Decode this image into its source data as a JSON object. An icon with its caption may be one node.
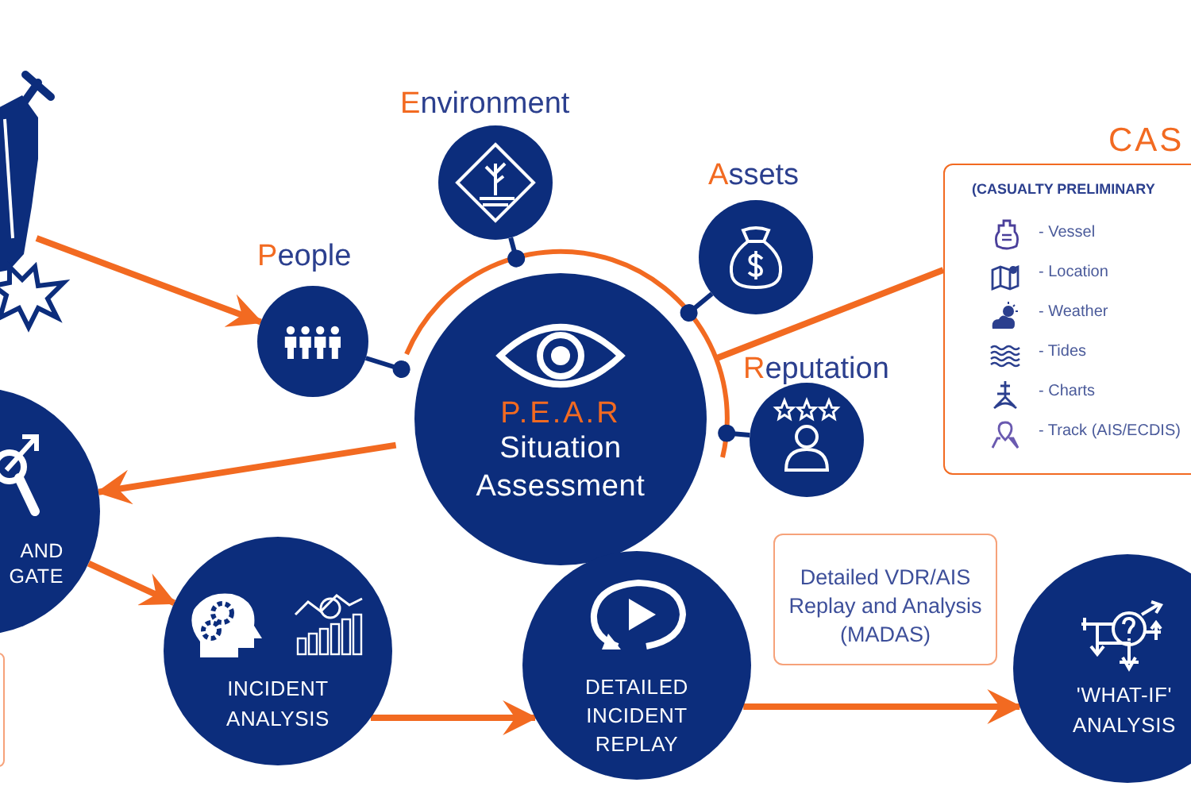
{
  "diagram": {
    "nodes": [
      {
        "text": [],
        "shape": "picture"
      },
      {
        "text": [
          "People"
        ]
      },
      {
        "text": [
          "Environment"
        ]
      },
      {
        "text": [
          "Assets"
        ]
      },
      {
        "text": [
          "Reputation"
        ]
      },
      {
        "text": [
          "P.E.A.R",
          "Situation Assessment"
        ]
      },
      {
        "text": [
          "CAS",
          "(CASUALTY PRELIMINARY",
          "- Vessel",
          "- Location",
          "- Weather",
          "- Tides",
          "- Charts",
          "- Track (AIS/ECDIS)"
        ]
      },
      {
        "text": [
          "AND GATE"
        ]
      },
      {
        "text": [
          "INCIDENT ANALYSIS"
        ]
      },
      {
        "text": [
          "DETAILED INCIDENT REPLAY"
        ]
      },
      {
        "text": [
          "Detailed VDR/AIS Replay and Analysis (MADAS)"
        ]
      },
      {
        "text": [
          "'WHAT-IF' ANALYSIS"
        ]
      },
      {
        "text": [],
        "shape": "box"
      }
    ],
    "edges": [
      {
        "from": 0,
        "to": 1,
        "arrow": "to"
      },
      {
        "from": 1,
        "to": 5,
        "arrow": "other",
        "color": "#0c2d7c"
      },
      {
        "from": 2,
        "to": 5,
        "arrow": "other",
        "color": "#0c2d7c"
      },
      {
        "from": 3,
        "to": 5,
        "arrow": "other",
        "color": "#0c2d7c"
      },
      {
        "from": 4,
        "to": 5,
        "arrow": "other",
        "color": "#0c2d7c"
      },
      {
        "from": 5,
        "to": 6,
        "arrow": "none"
      },
      {
        "from": 5,
        "to": 7,
        "arrow": "to"
      },
      {
        "from": 7,
        "to": 8,
        "arrow": "to"
      },
      {
        "from": 8,
        "to": 9,
        "arrow": "to"
      },
      {
        "from": 9,
        "to": 11,
        "arrow": "to"
      }
    ]
  }
}
